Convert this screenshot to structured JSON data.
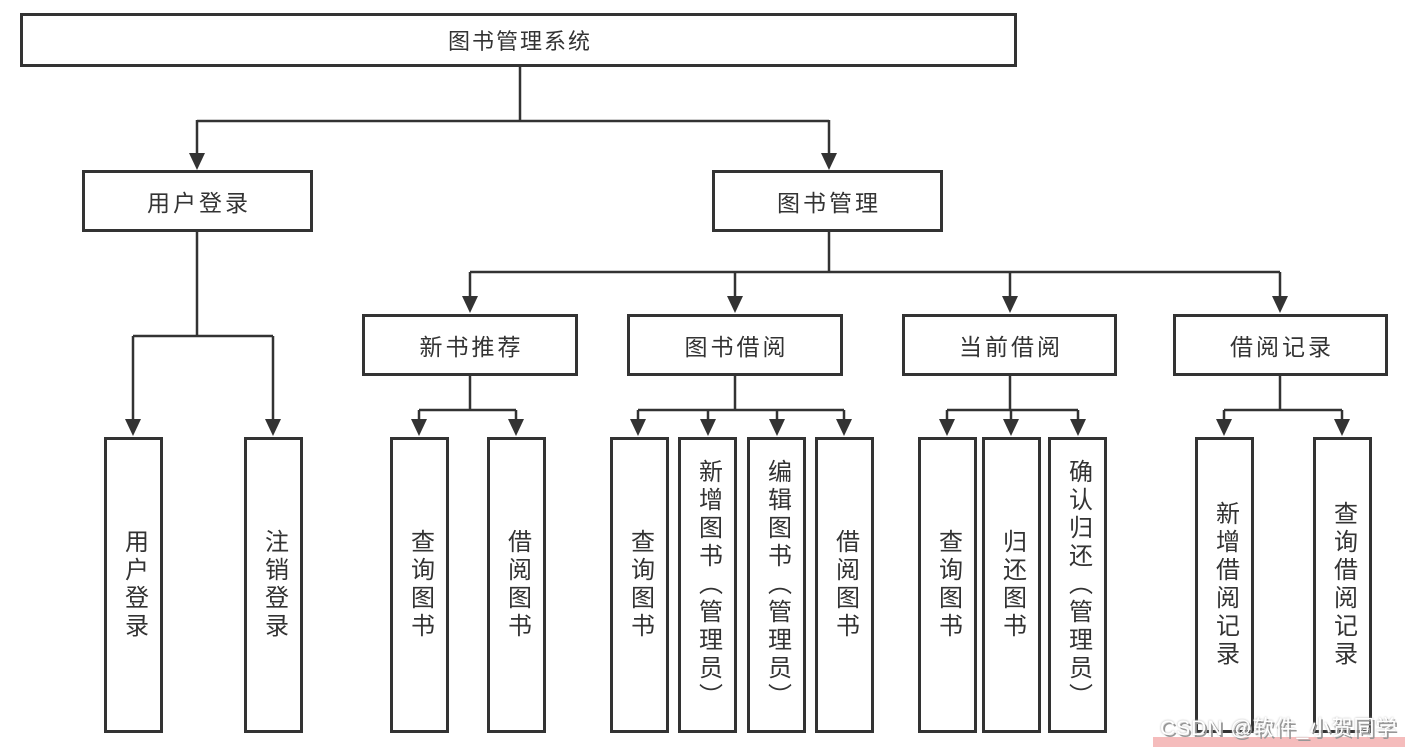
{
  "tree": {
    "label": "图书管理系统",
    "children": [
      {
        "label": "用户登录",
        "children": [
          {
            "label": "用户登录"
          },
          {
            "label": "注销登录"
          }
        ]
      },
      {
        "label": "图书管理",
        "children": [
          {
            "label": "新书推荐",
            "children": [
              {
                "label": "查询图书"
              },
              {
                "label": "借阅图书"
              }
            ]
          },
          {
            "label": "图书借阅",
            "children": [
              {
                "label": "查询图书"
              },
              {
                "label": "新增图书（管理员）"
              },
              {
                "label": "编辑图书（管理员）"
              },
              {
                "label": "借阅图书"
              }
            ]
          },
          {
            "label": "当前借阅",
            "children": [
              {
                "label": "查询图书"
              },
              {
                "label": "归还图书"
              },
              {
                "label": "确认归还（管理员）"
              }
            ]
          },
          {
            "label": "借阅记录",
            "children": [
              {
                "label": "新增借阅记录"
              },
              {
                "label": "查询借阅记录"
              }
            ]
          }
        ]
      }
    ]
  },
  "watermark": {
    "text": "CSDN @软件_小贺同学"
  },
  "colors": {
    "line": "#333333",
    "watermark_bar": "#f5bcbc",
    "watermark_text": "#ffffff"
  }
}
